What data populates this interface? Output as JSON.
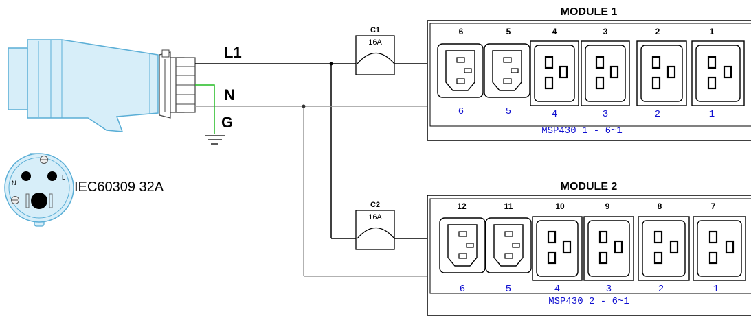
{
  "wires": {
    "line": "L1",
    "neutral": "N",
    "ground": "G"
  },
  "plug": {
    "label": "IEC60309 32A",
    "pin_neutral": "N",
    "pin_line": "L"
  },
  "breakers": [
    {
      "name": "C1",
      "rating": "16A"
    },
    {
      "name": "C2",
      "rating": "16A"
    }
  ],
  "modules": [
    {
      "title": "MODULE 1",
      "outlet_numbers": [
        "6",
        "5",
        "4",
        "3",
        "2",
        "1"
      ],
      "port_numbers": [
        "6",
        "5",
        "4",
        "3",
        "2",
        "1"
      ],
      "model_label": "MSP430 1 - 6~1"
    },
    {
      "title": "MODULE 2",
      "outlet_numbers": [
        "12",
        "11",
        "10",
        "9",
        "8",
        "7"
      ],
      "port_numbers": [
        "6",
        "5",
        "4",
        "3",
        "2",
        "1"
      ],
      "model_label": "MSP430 2 - 6~1"
    }
  ],
  "colors": {
    "plug_body": "#d7eef9",
    "plug_outline": "#5aaed6",
    "ground_wire": "#22bb22",
    "neutral_wire": "#999999",
    "line_wire": "#000000",
    "port_label": "#1010d0"
  }
}
